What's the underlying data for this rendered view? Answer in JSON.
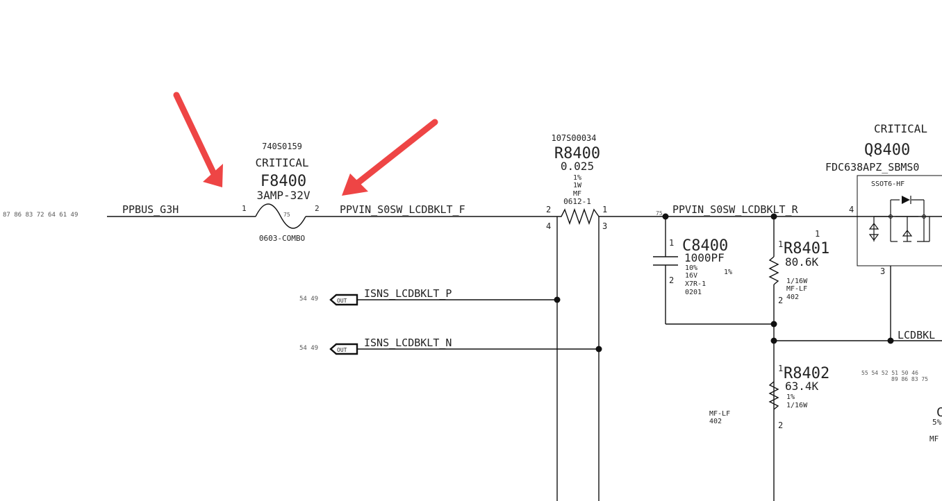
{
  "colors": {
    "wire": "#111111",
    "text": "#222222",
    "annotation_arrow": "#ee4545",
    "background": "#ffffff"
  },
  "offpage": {
    "left_refs": "87  86  83  72  64  61  49",
    "isns_p_refs": "54  49",
    "isns_n_refs": "54  49",
    "right_refs_top": "55  54  52  51  50  46",
    "right_refs_bot": "89  86  83  75"
  },
  "nets": {
    "ppbus": "PPBUS_G3H",
    "ppvin_f": "PPVIN_S0SW_LCDBKLT_F",
    "ppvin_r": "PPVIN_S0SW_LCDBKLT_R",
    "isns_p": "ISNS_LCDBKLT_P",
    "isns_n": "ISNS_LCDBKLT_N",
    "lcdbk": "LCDBKL"
  },
  "port": {
    "out_label": "OUT"
  },
  "fuse": {
    "part": "740S0159",
    "critical": "CRITICAL",
    "ref": "F8400",
    "value": "3AMP-32V",
    "package": "0603-COMBO",
    "pin1": "1",
    "pin2": "2",
    "page": "75"
  },
  "r8400": {
    "part": "107S00034",
    "ref": "R8400",
    "value": "0.025",
    "tol": "1%",
    "power": "1W",
    "type": "MF",
    "package": "0612-1",
    "pin1": "1",
    "pin2": "2",
    "pin3": "3",
    "pin4": "4"
  },
  "c8400": {
    "ref": "C8400",
    "value": "1000PF",
    "tol": "10%",
    "voltage": "16V",
    "dielectric": "X7R-1",
    "package": "0201",
    "pin1": "1",
    "pin2": "2",
    "extra": "1%"
  },
  "r8401": {
    "ref": "R8401",
    "value": "80.6K",
    "power": "1/16W",
    "type": "MF-LF",
    "package": "402",
    "pin1": "1",
    "pin2": "2",
    "pin_top": "1"
  },
  "r8402": {
    "ref": "R8402",
    "value": "63.4K",
    "tol": "1%",
    "power": "1/16W",
    "type": "MF-LF",
    "package": "402",
    "pin1": "1",
    "pin2": "2"
  },
  "q8400": {
    "critical": "CRITICAL",
    "ref": "Q8400",
    "part": "FDC638APZ_SBMS0",
    "package": "SSOT6-HF",
    "pin3": "3",
    "pin4": "4"
  },
  "ppvin_r_page": "75",
  "edge_text": {
    "c": "C",
    "pct": "5%",
    "mf": "MF"
  },
  "annotations": [
    {
      "name": "arrow-fuse-pin1",
      "target": "fuse input"
    },
    {
      "name": "arrow-fuse-pin2",
      "target": "fuse output"
    }
  ]
}
